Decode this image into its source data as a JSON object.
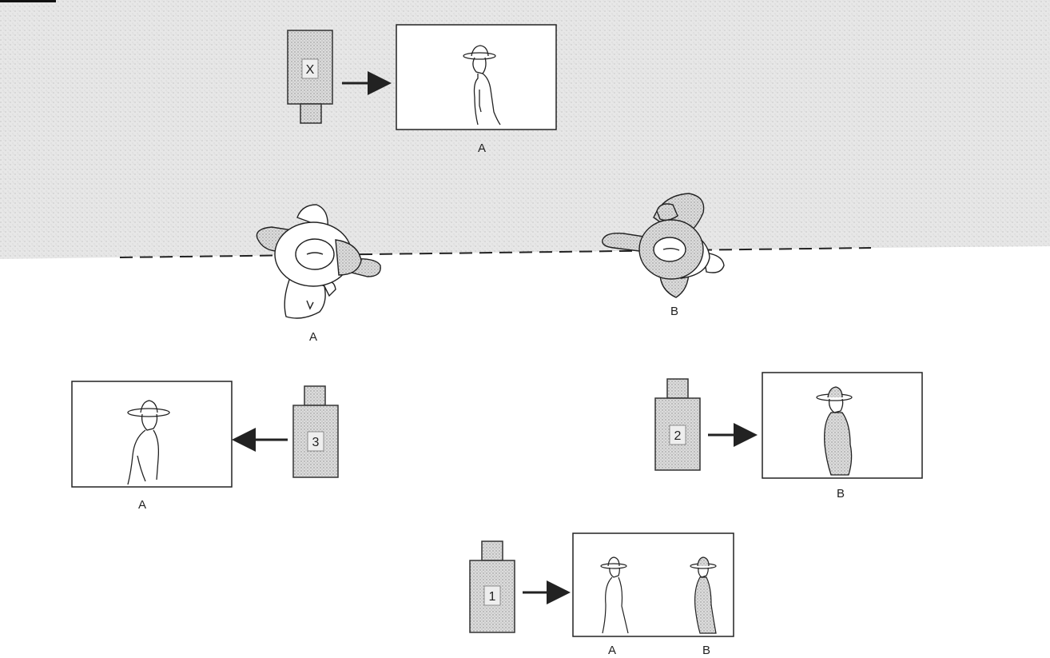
{
  "cameras": {
    "x": "X",
    "one": "1",
    "two": "2",
    "three": "3"
  },
  "labels": {
    "frame_x_subject": "A",
    "overhead_a": "A",
    "overhead_b": "B",
    "frame_3_subject": "A",
    "frame_2_subject": "B",
    "frame_1_subject_a": "A",
    "frame_1_subject_b": "B"
  },
  "colors": {
    "stipple_light": "#d9d9d9",
    "stipple_dark": "#9a9a9a",
    "ink": "#222222"
  }
}
